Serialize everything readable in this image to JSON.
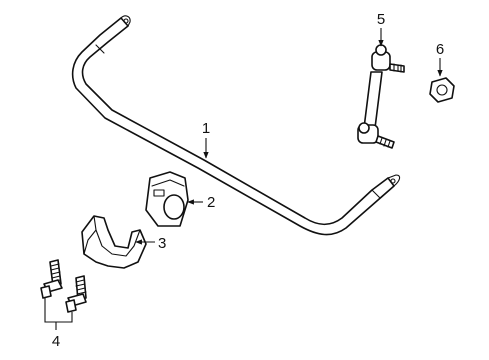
{
  "diagram": {
    "callouts": [
      {
        "id": "1",
        "text": "1"
      },
      {
        "id": "2",
        "text": "2"
      },
      {
        "id": "3",
        "text": "3"
      },
      {
        "id": "4",
        "text": "4"
      },
      {
        "id": "5",
        "text": "5"
      },
      {
        "id": "6",
        "text": "6"
      }
    ],
    "line_color": "#111111",
    "background_color": "#ffffff"
  }
}
